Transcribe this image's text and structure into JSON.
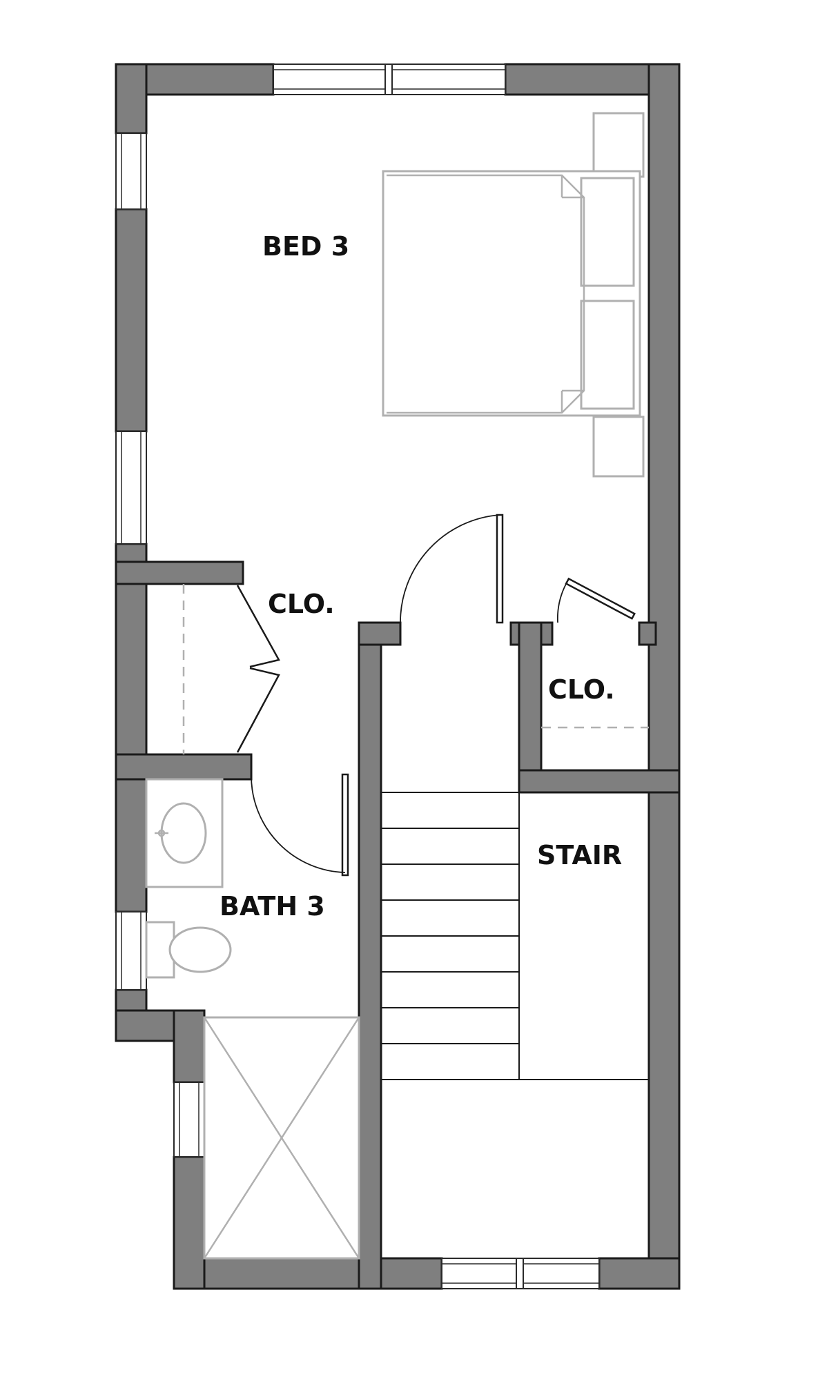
{
  "rooms": {
    "bed": "BED 3",
    "closet_left": "CLO.",
    "closet_right": "CLO.",
    "bath": "BATH 3",
    "stair": "STAIR"
  },
  "colors": {
    "wall_fill": "#7f7f7f",
    "outline": "#1a1a1a",
    "fixture": "#b0b0b0",
    "background": "#ffffff"
  }
}
